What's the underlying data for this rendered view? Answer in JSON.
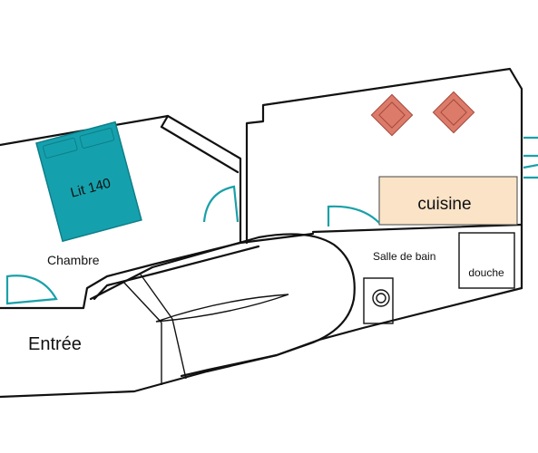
{
  "colors": {
    "bed": "#14a1ad",
    "bed_stroke": "#0e7f89",
    "kitchen": "#fae3c6",
    "kitchen_stroke": "#444444",
    "stove_burner": "#dd7b6b",
    "stove_stroke": "#a54a3c",
    "door_arc": "#1aa0a8",
    "wall": "#111111"
  },
  "rooms": {
    "bedroom": "Chambre",
    "entrance": "Entrée",
    "bathroom": "Salle de bain"
  },
  "furniture": {
    "bed": "Lit 140",
    "kitchen": "cuisine",
    "shower": "douche"
  },
  "icons": {
    "stove_burners": "stove-burner-icon",
    "washing_machine": "washing-machine-icon",
    "doors": "door-swing-icon"
  }
}
